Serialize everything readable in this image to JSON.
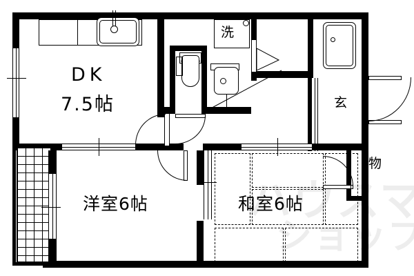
{
  "plan": {
    "type": "japanese-apartment-floor-plan",
    "layout_code": "2DK",
    "total_rooms": 3
  },
  "rooms": [
    {
      "key": "dk",
      "name": "DK",
      "area_label": "7.5帖",
      "meaning": "Dining Kitchen 7.5 tatami mats"
    },
    {
      "key": "western_room",
      "name": "洋室6帖",
      "meaning": "Western-style room, 6 tatami mats"
    },
    {
      "key": "japanese_room",
      "name": "和室6帖",
      "meaning": "Japanese tatami room, 6 tatami mats"
    }
  ],
  "labels": {
    "dk_name": "DK",
    "dk_area": "7.5帖",
    "western_room": "洋室6帖",
    "japanese_room": "和室6帖",
    "washer": "洗",
    "genkan": "玄",
    "storage": "物"
  },
  "fixtures": [
    {
      "name": "kitchen-counter",
      "label": ""
    },
    {
      "name": "kitchen-sink",
      "label": ""
    },
    {
      "name": "faucet",
      "label": ""
    },
    {
      "name": "toilet",
      "label": ""
    },
    {
      "name": "washbasin",
      "label": ""
    },
    {
      "name": "bathtub",
      "label": ""
    },
    {
      "name": "washing-machine-space",
      "label": "洗"
    },
    {
      "name": "balcony",
      "label": ""
    },
    {
      "name": "tatami-mats",
      "label": ""
    },
    {
      "name": "closet",
      "label": ""
    },
    {
      "name": "storage-closet",
      "label": "物"
    }
  ],
  "doors": [
    {
      "name": "entrance-door",
      "type": "swing",
      "location": "genkan"
    },
    {
      "name": "dk-hall-door",
      "type": "swing",
      "location": "dk"
    },
    {
      "name": "western-room-door",
      "type": "swing",
      "location": "hall"
    },
    {
      "name": "japanese-room-closet-door",
      "type": "swing",
      "location": "japanese-room"
    },
    {
      "name": "bathroom-door",
      "type": "folding",
      "location": "washroom"
    },
    {
      "name": "dk-western-sliding-door",
      "type": "sliding",
      "location": "dk"
    },
    {
      "name": "hall-japanese-sliding-door",
      "type": "sliding",
      "location": "hall"
    },
    {
      "name": "balcony-sliding-door",
      "type": "sliding",
      "location": "western-room"
    },
    {
      "name": "dk-window",
      "type": "sliding-window",
      "location": "dk"
    },
    {
      "name": "japanese-room-window",
      "type": "sliding-window",
      "location": "japanese-room"
    }
  ],
  "watermark": {
    "line1": "ハウスマッチ",
    "line2": "ショップ"
  },
  "colors": {
    "wall": "#000000",
    "background": "#ffffff",
    "watermark": "#ededed"
  }
}
